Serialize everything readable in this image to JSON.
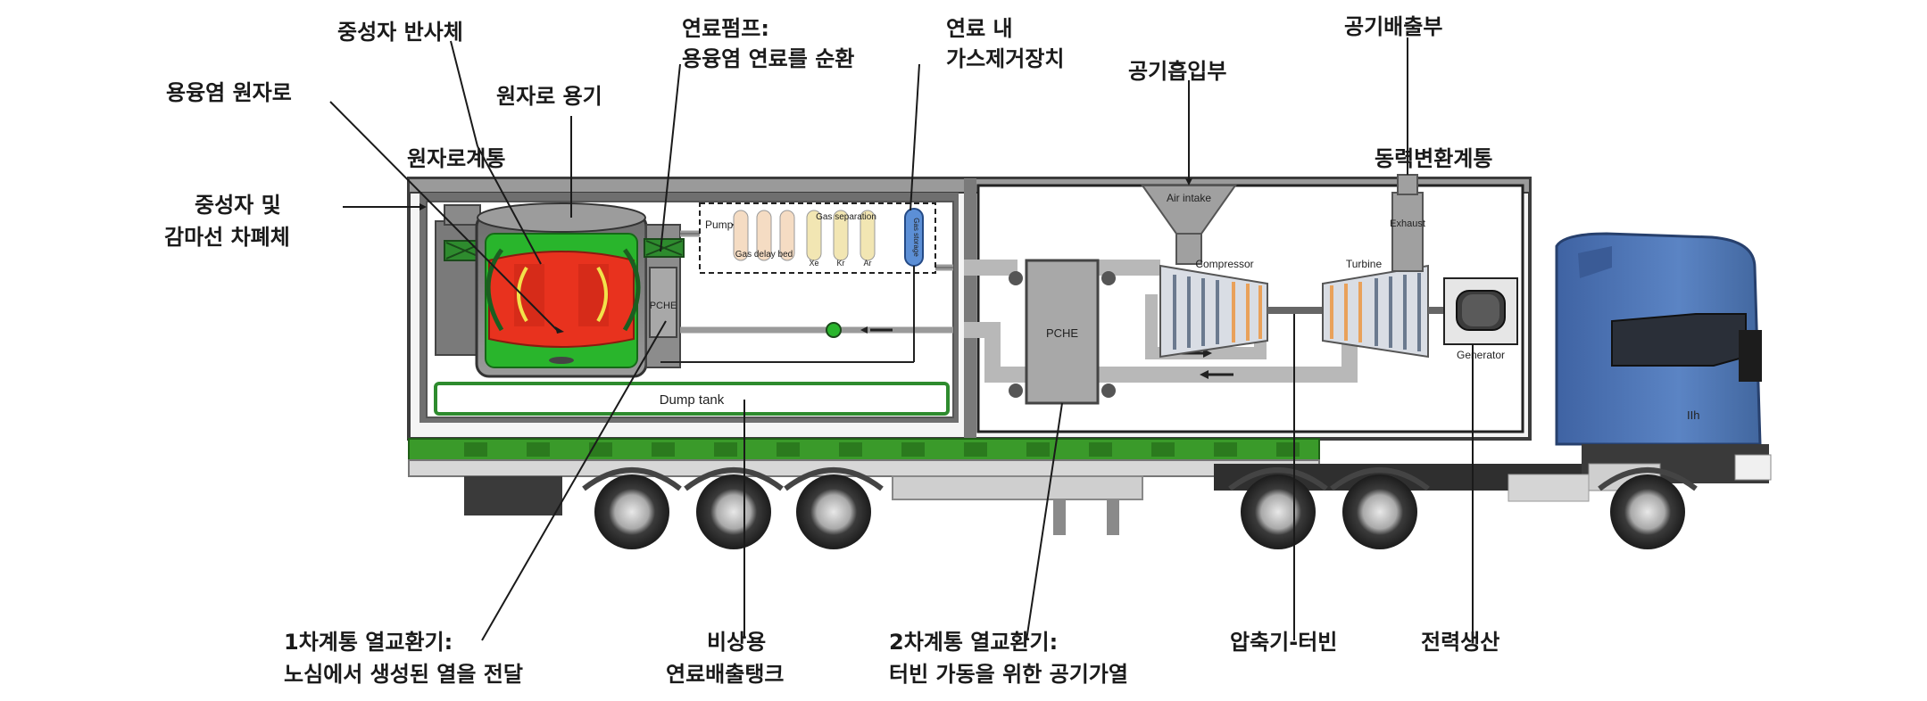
{
  "callouts": {
    "neutron_reflector": "중성자 반사체",
    "msr": "용융염 원자로",
    "vessel": "원자로 용기",
    "reactor_system": "원자로계통",
    "shield_line1": "중성자 및",
    "shield_line2": "감마선 차폐체",
    "fuel_pump_line1": "연료펌프:",
    "fuel_pump_line2": "용융염 연료를 순환",
    "gas_removal_line1": "연료 내",
    "gas_removal_line2": "가스제거장치",
    "air_intake": "공기흡입부",
    "air_exhaust": "공기배출부",
    "power_conversion": "동력변환계통",
    "hx1_line1": "1차계통 열교환기:",
    "hx1_line2": "노심에서 생성된 열을 전달",
    "dump_line1": "비상용",
    "dump_line2": "연료배출탱크",
    "hx2_line1": "2차계통 열교환기:",
    "hx2_line2": "터빈 가동을 위한 공기가열",
    "compressor_turbine": "압축기-터빈",
    "power_gen": "전력생산"
  },
  "inner_labels": {
    "pump": "Pump",
    "pche_small": "PCHE",
    "gas_delay_bed": "Gas delay bed",
    "gas_separation": "Gas separation",
    "xe": "Xe",
    "kr": "Kr",
    "ar": "Ar",
    "gas_storage": "Gas storage",
    "dump_tank": "Dump tank",
    "pche_large": "PCHE",
    "air_intake": "Air intake",
    "compressor": "Compressor",
    "turbine": "Turbine",
    "exhaust": "Exhaust",
    "generator": "Generator",
    "cab_badge": "IIh"
  },
  "colors": {
    "core_red": "#e8321e",
    "salt_green": "#29b52c",
    "trailer_green": "#3a9a2a",
    "cab_blue": "#4f78b8",
    "duct_gray": "#b8b8b8",
    "compressor_orange": "#e9a15a",
    "frame_dark": "#3c3c3c"
  }
}
